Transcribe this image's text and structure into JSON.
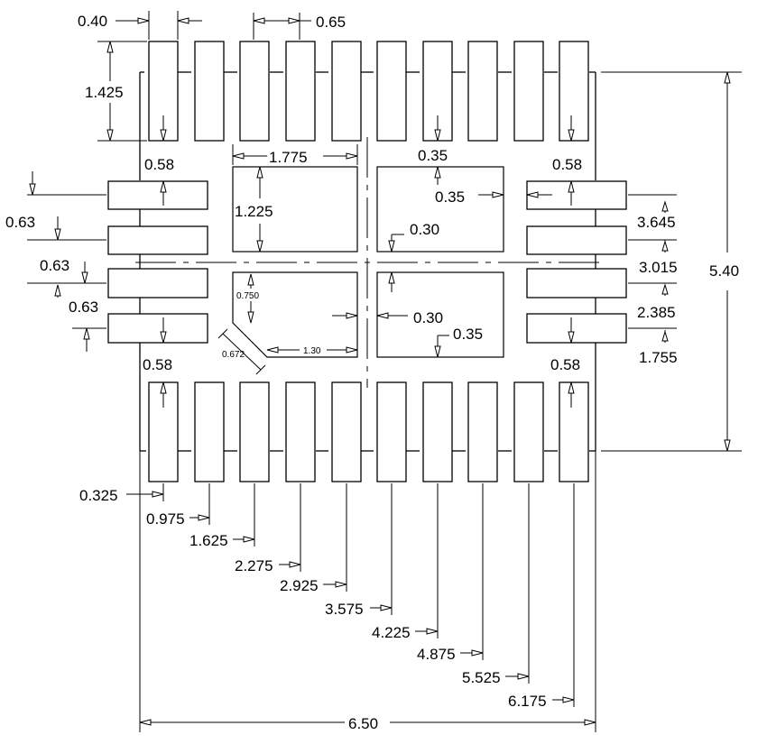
{
  "labels": {
    "pad_width": "0.40",
    "pad_pitch": "0.65",
    "pad_length": "1.425",
    "corner_tl": "0.58",
    "corner_tr": "0.58",
    "corner_bl": "0.58",
    "corner_br": "0.58",
    "paste_width": "1.775",
    "paste_height": "1.225",
    "gap_top": "0.35",
    "gap_side": "0.35",
    "gap_center_v": "0.30",
    "gap_center_h": "0.30",
    "gap_bottom": "0.35",
    "left_pitch_1": "0.63",
    "left_pitch_2": "0.63",
    "left_pitch_3": "0.63",
    "right_1": "3.645",
    "right_2": "3.015",
    "right_3": "2.385",
    "right_4": "1.755",
    "body_height": "5.40",
    "body_width": "6.50",
    "chamfer_offset": "0.750",
    "chamfer_size": "0.672",
    "chamfer_width": "1.30"
  },
  "bottom_positions": [
    "0.325",
    "0.975",
    "1.625",
    "2.275",
    "2.925",
    "3.575",
    "4.225",
    "4.875",
    "5.525",
    "6.175"
  ]
}
